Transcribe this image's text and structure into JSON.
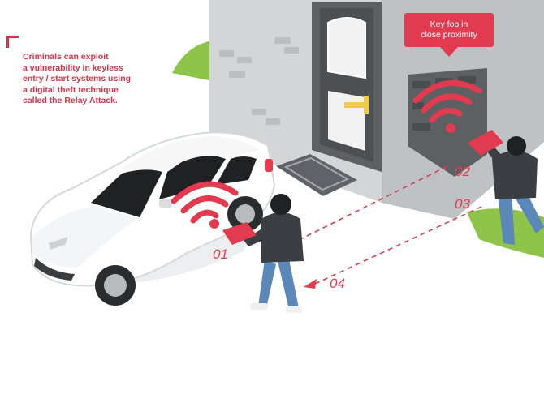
{
  "caption": {
    "lines": [
      "Criminals can exploit",
      "a vulnerability in keyless",
      "entry / start systems using",
      "a digital theft technique",
      "called the Relay Attack."
    ]
  },
  "callout": {
    "line1": "Key fob in",
    "line2": "close proximity"
  },
  "steps": [
    "01",
    "02",
    "03",
    "04"
  ],
  "colors": {
    "accent": "#e23a4e",
    "wall": "#c9cbcd",
    "grass": "#8fc44a",
    "door": "#5d6063",
    "hoodie": "#3b3e42",
    "jeans": "#5b87b9"
  }
}
